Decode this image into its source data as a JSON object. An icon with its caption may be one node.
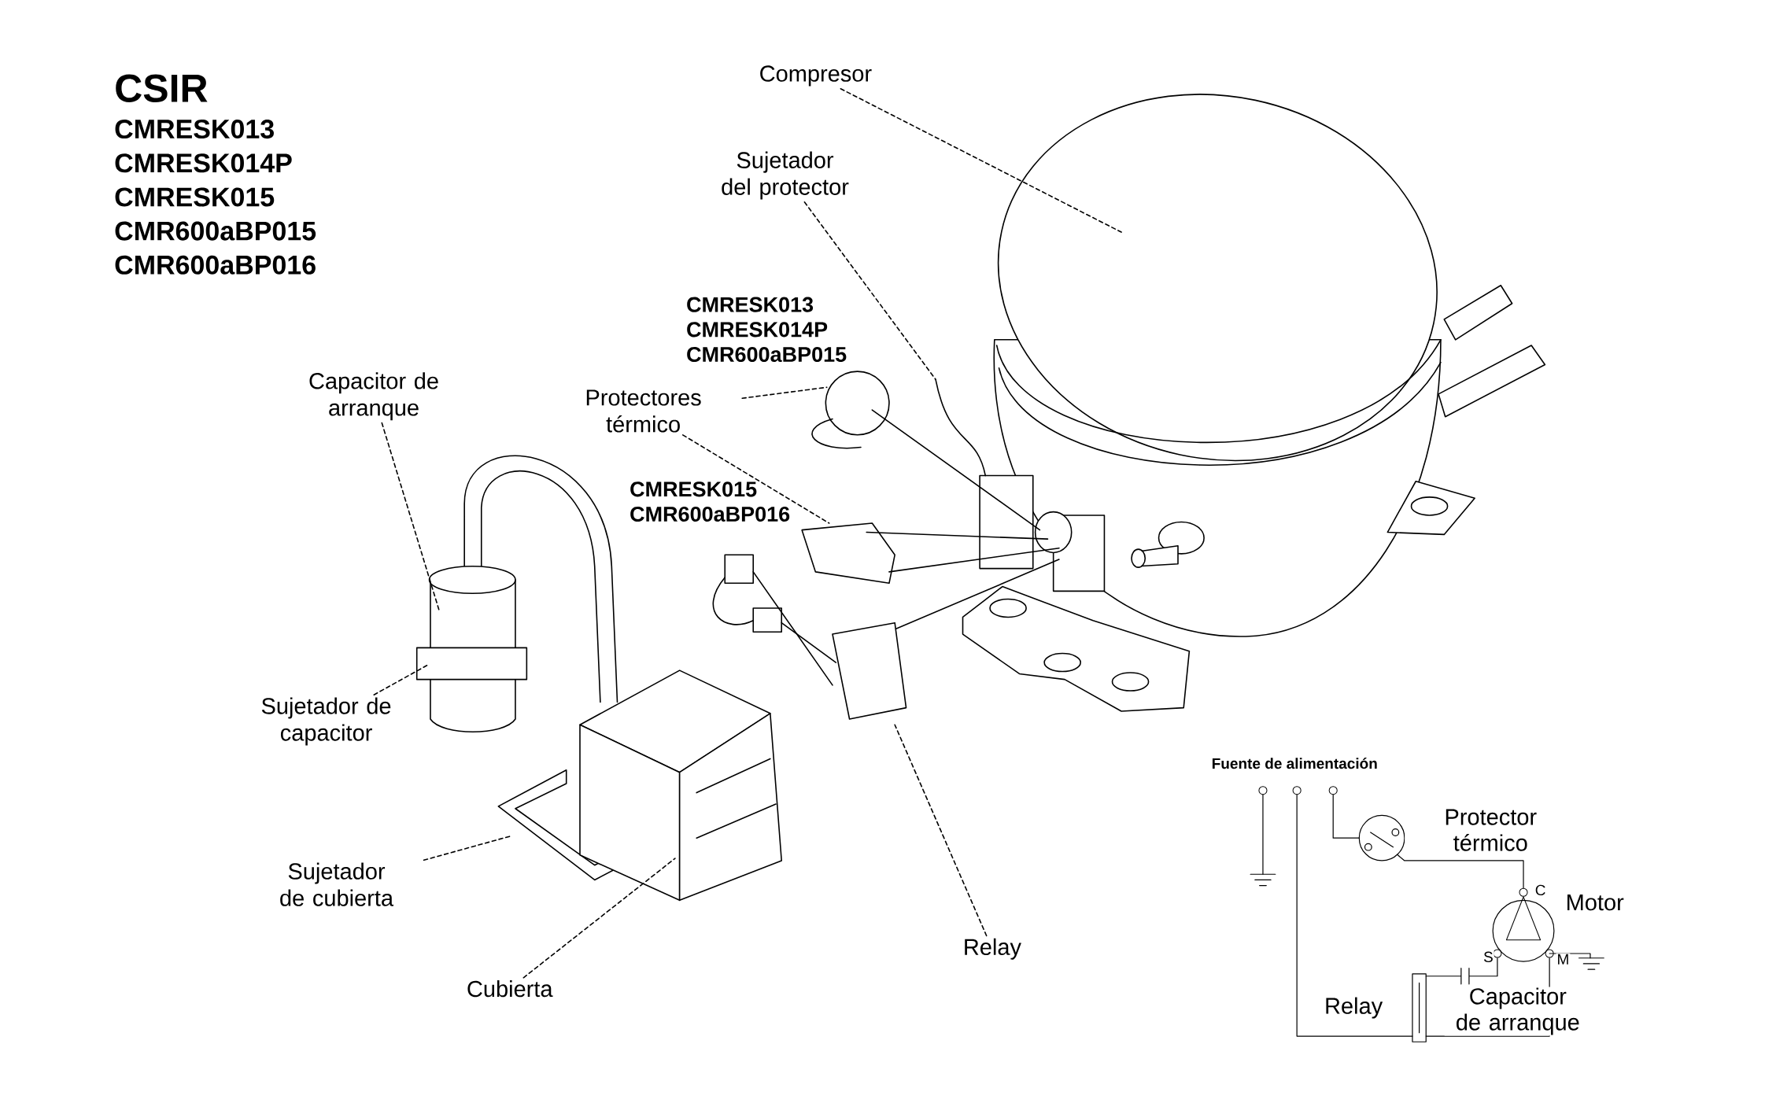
{
  "diagram": {
    "nodes": [
      {
        "text": [
          "Compresor"
        ]
      },
      {
        "text": [
          "Sujetador del protector"
        ]
      },
      {
        "text": [
          "Protectores térmico"
        ]
      },
      {
        "text": [
          "Capacitor de arranque"
        ]
      },
      {
        "text": [
          "Sujetador de capacitor"
        ]
      },
      {
        "text": [
          "Sujetador de cubierta"
        ]
      },
      {
        "text": [
          "Cubierta"
        ]
      },
      {
        "text": [
          "Relay"
        ]
      }
    ],
    "edges": [
      {
        "from": 0,
        "to": null,
        "arrow": "none"
      },
      {
        "from": 1,
        "to": null,
        "arrow": "none"
      },
      {
        "from": 2,
        "to": null,
        "arrow": "none"
      },
      {
        "from": 2,
        "to": null,
        "arrow": "none"
      },
      {
        "from": 3,
        "to": null,
        "arrow": "none"
      },
      {
        "from": 4,
        "to": null,
        "arrow": "none"
      },
      {
        "from": 5,
        "to": null,
        "arrow": "none"
      },
      {
        "from": 6,
        "to": null,
        "arrow": "none"
      },
      {
        "from": 7,
        "to": null,
        "arrow": "none"
      }
    ],
    "labels": [
      "CSIR",
      "CMRESK013",
      "CMRESK014P",
      "CMRESK015",
      "CMR600aBP015",
      "CMR600aBP016",
      "CMRESK013",
      "CMRESK014P",
      "CMR600aBP015",
      "CMRESK015",
      "CMR600aBP016",
      "Fuente de alimentación",
      "Protector térmico",
      "C",
      "Motor",
      "S",
      "M",
      "Relay",
      "Capacitor de arranque"
    ]
  }
}
